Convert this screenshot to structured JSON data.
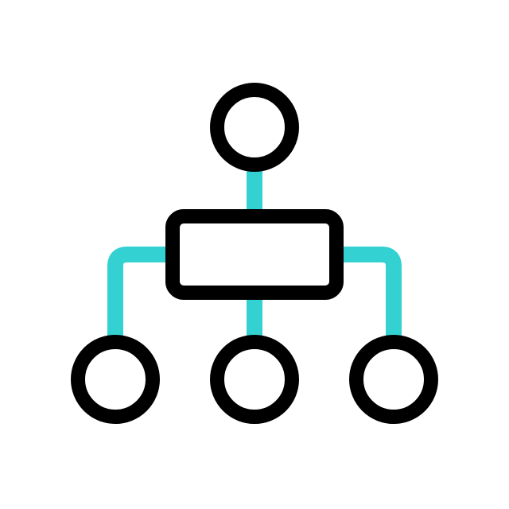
{
  "diagram": {
    "type": "hierarchy-icon",
    "icon": "org-chart-icon",
    "colors": {
      "background": "#ffffff",
      "outline": "#000000",
      "connector": "#33d1d1"
    },
    "nodes": [
      {
        "id": "top-node",
        "shape": "circle"
      },
      {
        "id": "center-node",
        "shape": "rounded-rectangle"
      },
      {
        "id": "child-left",
        "shape": "circle"
      },
      {
        "id": "child-middle",
        "shape": "circle"
      },
      {
        "id": "child-right",
        "shape": "circle"
      }
    ],
    "edges": [
      {
        "from": "top-node",
        "to": "center-node"
      },
      {
        "from": "center-node",
        "to": "child-left"
      },
      {
        "from": "center-node",
        "to": "child-middle"
      },
      {
        "from": "center-node",
        "to": "child-right"
      }
    ]
  }
}
